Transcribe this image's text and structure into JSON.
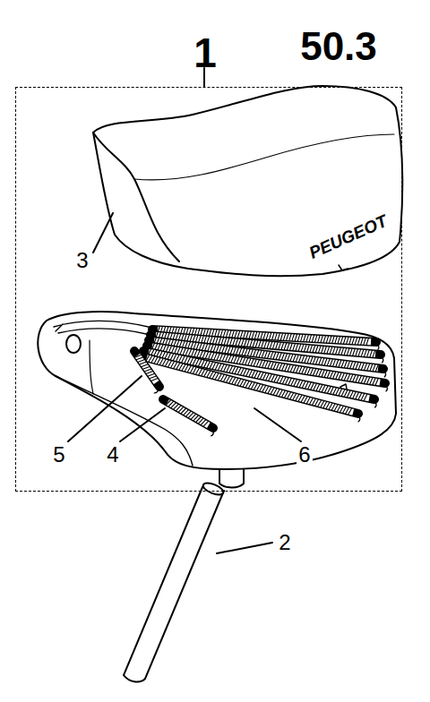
{
  "diagram": {
    "nodes": [
      {
        "text": [
          "1"
        ]
      }
    ],
    "labels": [
      "50.3",
      "PEUGEOT",
      "3",
      "5",
      "4",
      "6",
      "2"
    ]
  }
}
